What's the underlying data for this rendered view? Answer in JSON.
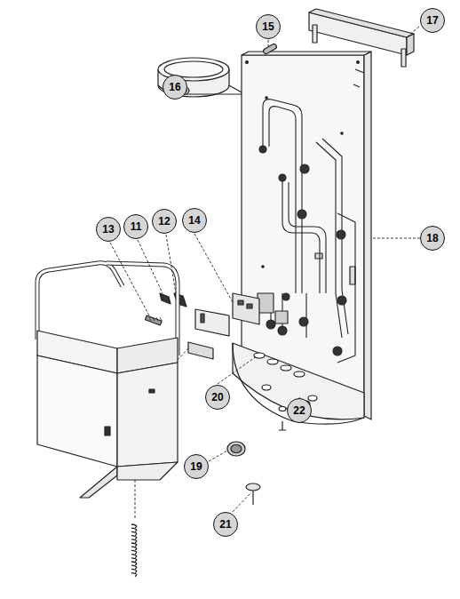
{
  "diagram": {
    "labels": [
      "15",
      "17",
      "16",
      "14",
      "12",
      "11",
      "13",
      "18",
      "20",
      "22",
      "19",
      "21"
    ]
  }
}
